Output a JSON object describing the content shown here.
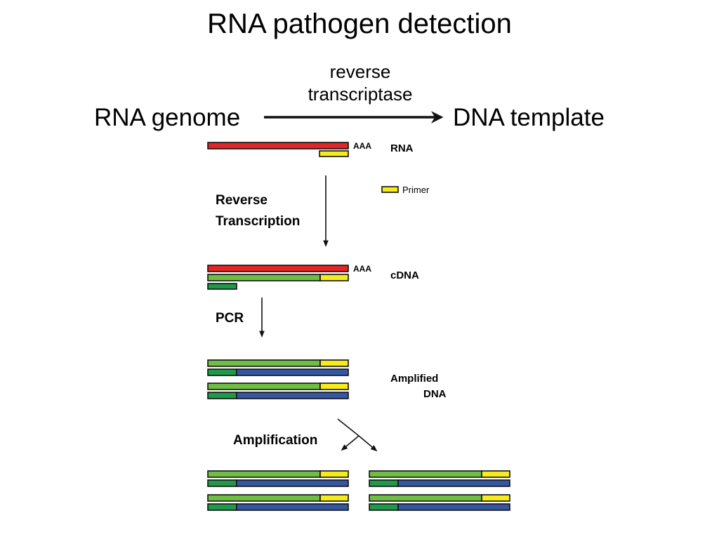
{
  "title": "RNA pathogen detection",
  "header": {
    "left_term": "RNA genome",
    "enzyme_line1": "reverse",
    "enzyme_line2": "transcriptase",
    "right_term": "DNA template"
  },
  "figure": {
    "poly_a": "AAA",
    "rna_label": "RNA",
    "primer_label": "Primer",
    "step1_line1": "Reverse",
    "step1_line2": "Transcription",
    "cdna_label": "cDNA",
    "step2": "PCR",
    "amplified_line1": "Amplified",
    "amplified_line2": "DNA",
    "step3": "Amplification"
  },
  "colors": {
    "rna": "#e32526",
    "primer": "#f6ec19",
    "new_strand": "#6fbe44",
    "complement": "#3457a5",
    "complement_start": "#1f9a4a",
    "outline": "#111111"
  }
}
